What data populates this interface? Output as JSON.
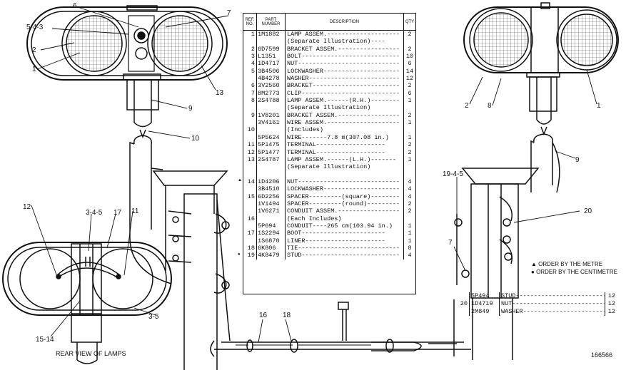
{
  "table": {
    "headers": {
      "ref": "REF. NO.",
      "part": "PART NUMBER",
      "desc": "DESCRIPTION",
      "qty": "QTY"
    },
    "rows": [
      {
        "ref": "1",
        "part": "1M1882",
        "desc": "LAMP ASSEM.--------------------",
        "qty": "2"
      },
      {
        "ref": "",
        "part": "",
        "desc": "   (Separate Illustration)----",
        "qty": ""
      },
      {
        "ref": "2",
        "part": "6D7599",
        "desc": "BRACKET ASSEM.-----------------",
        "qty": "2"
      },
      {
        "ref": "3",
        "part": "L1351",
        "desc": "BOLT---------------------------",
        "qty": "10"
      },
      {
        "ref": "4",
        "part": "1D4717",
        "desc": "NUT----------------------------",
        "qty": "6"
      },
      {
        "ref": "5",
        "part": "3B4506",
        "desc": "LOCKWASHER---------------------",
        "qty": "14"
      },
      {
        "ref": "",
        "part": "4B4278",
        "desc": "WASHER-------------------------",
        "qty": "12"
      },
      {
        "ref": "6",
        "part": "3V2560",
        "desc": "BRACKET------------------------",
        "qty": "2"
      },
      {
        "ref": "7",
        "part": "8M2773",
        "desc": "CLIP---------------------------",
        "qty": "6"
      },
      {
        "ref": "8",
        "part": "2S4788",
        "desc": "LAMP ASSEM.------(R.H.)--------",
        "qty": "1"
      },
      {
        "ref": "",
        "part": "",
        "desc": "   (Separate Illustration)",
        "qty": ""
      },
      {
        "ref": "9",
        "part": "1V8201",
        "desc": "BRACKET ASSEM.-----------------",
        "qty": "2"
      },
      {
        "ref": "",
        "part": "3V4161",
        "desc": "WIRE ASSEM.--------------------",
        "qty": "1"
      },
      {
        "ref": "10",
        "part": "",
        "desc": "   (Includes)",
        "qty": ""
      },
      {
        "ref": "",
        "part": "5P5624",
        "desc": "    WIRE-------7.8 m(307.08 in.)",
        "qty": "1"
      },
      {
        "ref": "11",
        "part": "5P1475",
        "desc": "    TERMINAL-------------------",
        "qty": "2"
      },
      {
        "ref": "12",
        "part": "5P1477",
        "desc": "    TERMINAL-------------------",
        "qty": "2"
      },
      {
        "ref": "13",
        "part": "2S4787",
        "desc": "LAMP ASSEM.------(L.H.)-------",
        "qty": "1"
      },
      {
        "ref": "",
        "part": "",
        "desc": "   (Separate Illustration)",
        "qty": ""
      },
      {
        "ref": "",
        "part": "",
        "desc": "",
        "qty": ""
      },
      {
        "ref": "14",
        "part": "1D4206",
        "desc": "NUT----------------------------",
        "qty": "4"
      },
      {
        "ref": "",
        "part": "3B4510",
        "desc": "LOCKWASHER---------------------",
        "qty": "4"
      },
      {
        "ref": "15",
        "part": "6D2256",
        "desc": "SPACER---------(square)--------",
        "qty": "4"
      },
      {
        "ref": "",
        "part": "1V1494",
        "desc": "SPACER---------(round)---------",
        "qty": "2"
      },
      {
        "ref": "",
        "part": "1V6271",
        "desc": "CONDUIT ASSEM.-----------------",
        "qty": "2"
      },
      {
        "ref": "16",
        "part": "",
        "desc": "   (Each Includes)",
        "qty": ""
      },
      {
        "ref": "",
        "part": "5P694",
        "desc": "    CONDUIT----265 cm(103.94 in.)",
        "qty": "1"
      },
      {
        "ref": "17",
        "part": "1S2294",
        "desc": "    BOOT-----------------------",
        "qty": "1"
      },
      {
        "ref": "",
        "part": "1S6870",
        "desc": "    LINER----------------------",
        "qty": "1"
      },
      {
        "ref": "18",
        "part": "6K806",
        "desc": "TIE----------------------------",
        "qty": "8"
      },
      {
        "ref": "19",
        "part": "4K8479",
        "desc": "STUD---------------------------",
        "qty": "4"
      }
    ]
  },
  "table2": {
    "rows": [
      {
        "ref": "",
        "part": "5P494",
        "desc": "STUD---------------------------",
        "qty": "12"
      },
      {
        "ref": "20",
        "part": "1D4719",
        "desc": "NUT----------------------------",
        "qty": "12"
      },
      {
        "ref": "",
        "part": "2M849",
        "desc": "WASHER-------------------------",
        "qty": "12"
      }
    ]
  },
  "legend": {
    "metre": "ORDER BY THE METRE",
    "centimetre": "ORDER BY THE CENTIMETRE"
  },
  "callouts": {
    "c6": "6",
    "c7": "7",
    "c543": "5-4-3",
    "c2": "2",
    "c1": "1",
    "c13": "13",
    "c9": "9",
    "c10": "10",
    "c12": "12",
    "c345": "3-4-5",
    "c17": "17",
    "c11": "11",
    "c35": "3-5",
    "c1514": "15-14",
    "c16": "16",
    "c18": "18",
    "r2": "2",
    "r8": "8",
    "r1": "1",
    "r9": "9",
    "r1945": "19-4-5",
    "r20": "20",
    "r7": "7"
  },
  "caption": "REAR VIEW OF LAMPS",
  "figure_number": "166566"
}
